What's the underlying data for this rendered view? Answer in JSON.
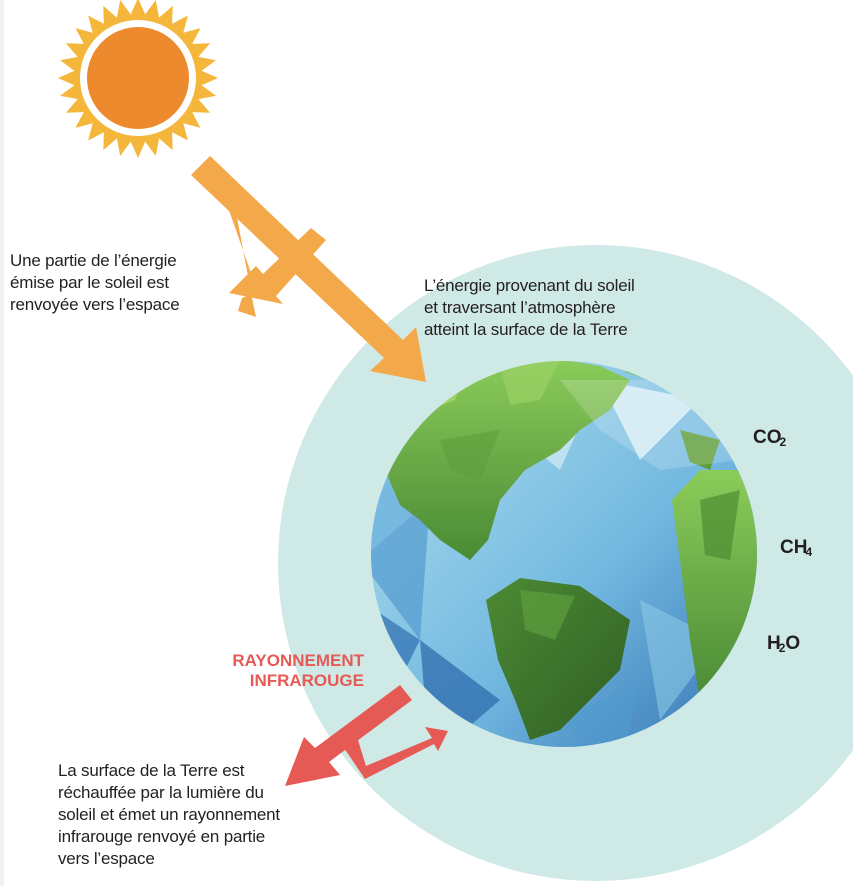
{
  "labels": {
    "space_reflection": [
      "Une partie de l’énergie",
      "émise par le soleil est",
      "renvoyée vers l’espace"
    ],
    "surface_energy": [
      "L’énergie provenant du soleil",
      "et traversant l’atmosphère",
      "atteint la surface de la Terre"
    ],
    "infrared_title": [
      "RAYONNEMENT",
      "INFRAROUGE"
    ],
    "infrared_explanation": [
      "La surface de la Terre est",
      "réchauffée par la lumière du",
      "soleil et émet un rayonnement",
      "infrarouge renvoyé en partie",
      "vers l’espace"
    ]
  },
  "gases": [
    {
      "base": "CO",
      "sub": "2"
    },
    {
      "base": "CH",
      "sub": "4"
    },
    {
      "base": "H",
      "sub": "2",
      "suffix": "O"
    }
  ],
  "colors": {
    "sun_rays": "#f5b73b",
    "sun_core": "#ee8a2e",
    "solar_arrow": "#f3a94a",
    "atmosphere": "#cfe9e6",
    "ocean_light": "#8fcde6",
    "ocean_dark": "#2f72b4",
    "land_light": "#8ccc5a",
    "land_dark": "#3d7a2e",
    "infrared": "#e55a55",
    "text": "#231f20"
  },
  "icons": [
    "sun-icon",
    "earth-globe-icon"
  ]
}
